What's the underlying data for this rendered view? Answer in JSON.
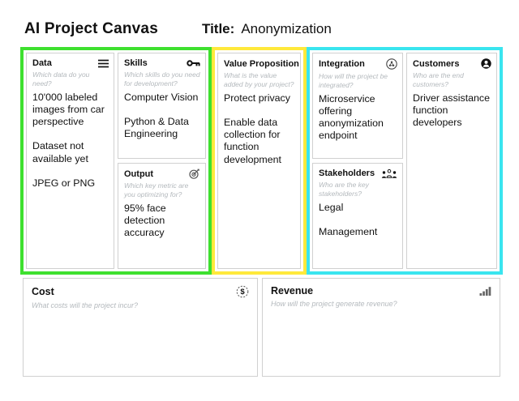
{
  "header": {
    "canvas_title": "AI Project Canvas",
    "title_label": "Title:",
    "title_value": "Anonymization"
  },
  "colors": {
    "group_green": "#3ee02f",
    "group_yellow": "#ffe93b",
    "group_cyan": "#3ae5ef",
    "card_border": "#d0d0d0"
  },
  "cards": {
    "data": {
      "title": "Data",
      "icon": "list-icon",
      "subtitle": "Which data do you need?",
      "content": [
        "10'000 labeled images from car perspective",
        "Dataset not available yet",
        "JPEG or PNG"
      ]
    },
    "skills": {
      "title": "Skills",
      "icon": "key-icon",
      "subtitle": "Which skills do you need for development?",
      "content": [
        "Computer Vision",
        "Python & Data Engineering"
      ]
    },
    "output": {
      "title": "Output",
      "icon": "target-icon",
      "subtitle": "Which key metric are you optimizing for?",
      "content": [
        "95% face detection accuracy"
      ]
    },
    "value_proposition": {
      "title": "Value Proposition",
      "icon": "trophy-icon",
      "subtitle": "What is the value added by your project?",
      "content": [
        "Protect privacy",
        "Enable data collection for function development"
      ]
    },
    "integration": {
      "title": "Integration",
      "icon": "network-circle-icon",
      "subtitle": "How will the project be integrated?",
      "content": [
        "Microservice offering anonymization endpoint"
      ]
    },
    "stakeholders": {
      "title": "Stakeholders",
      "icon": "people-group-icon",
      "subtitle": "Who are the key stakeholders?",
      "content": [
        "Legal",
        "Management"
      ]
    },
    "customers": {
      "title": "Customers",
      "icon": "user-circle-icon",
      "subtitle": "Who are the end customers?",
      "content": [
        "Driver assistance function developers"
      ]
    },
    "cost": {
      "title": "Cost",
      "icon": "dollar-circle-icon",
      "subtitle": "What costs will the project incur?"
    },
    "revenue": {
      "title": "Revenue",
      "icon": "chart-up-icon",
      "subtitle": "How will the project generate revenue?"
    }
  }
}
